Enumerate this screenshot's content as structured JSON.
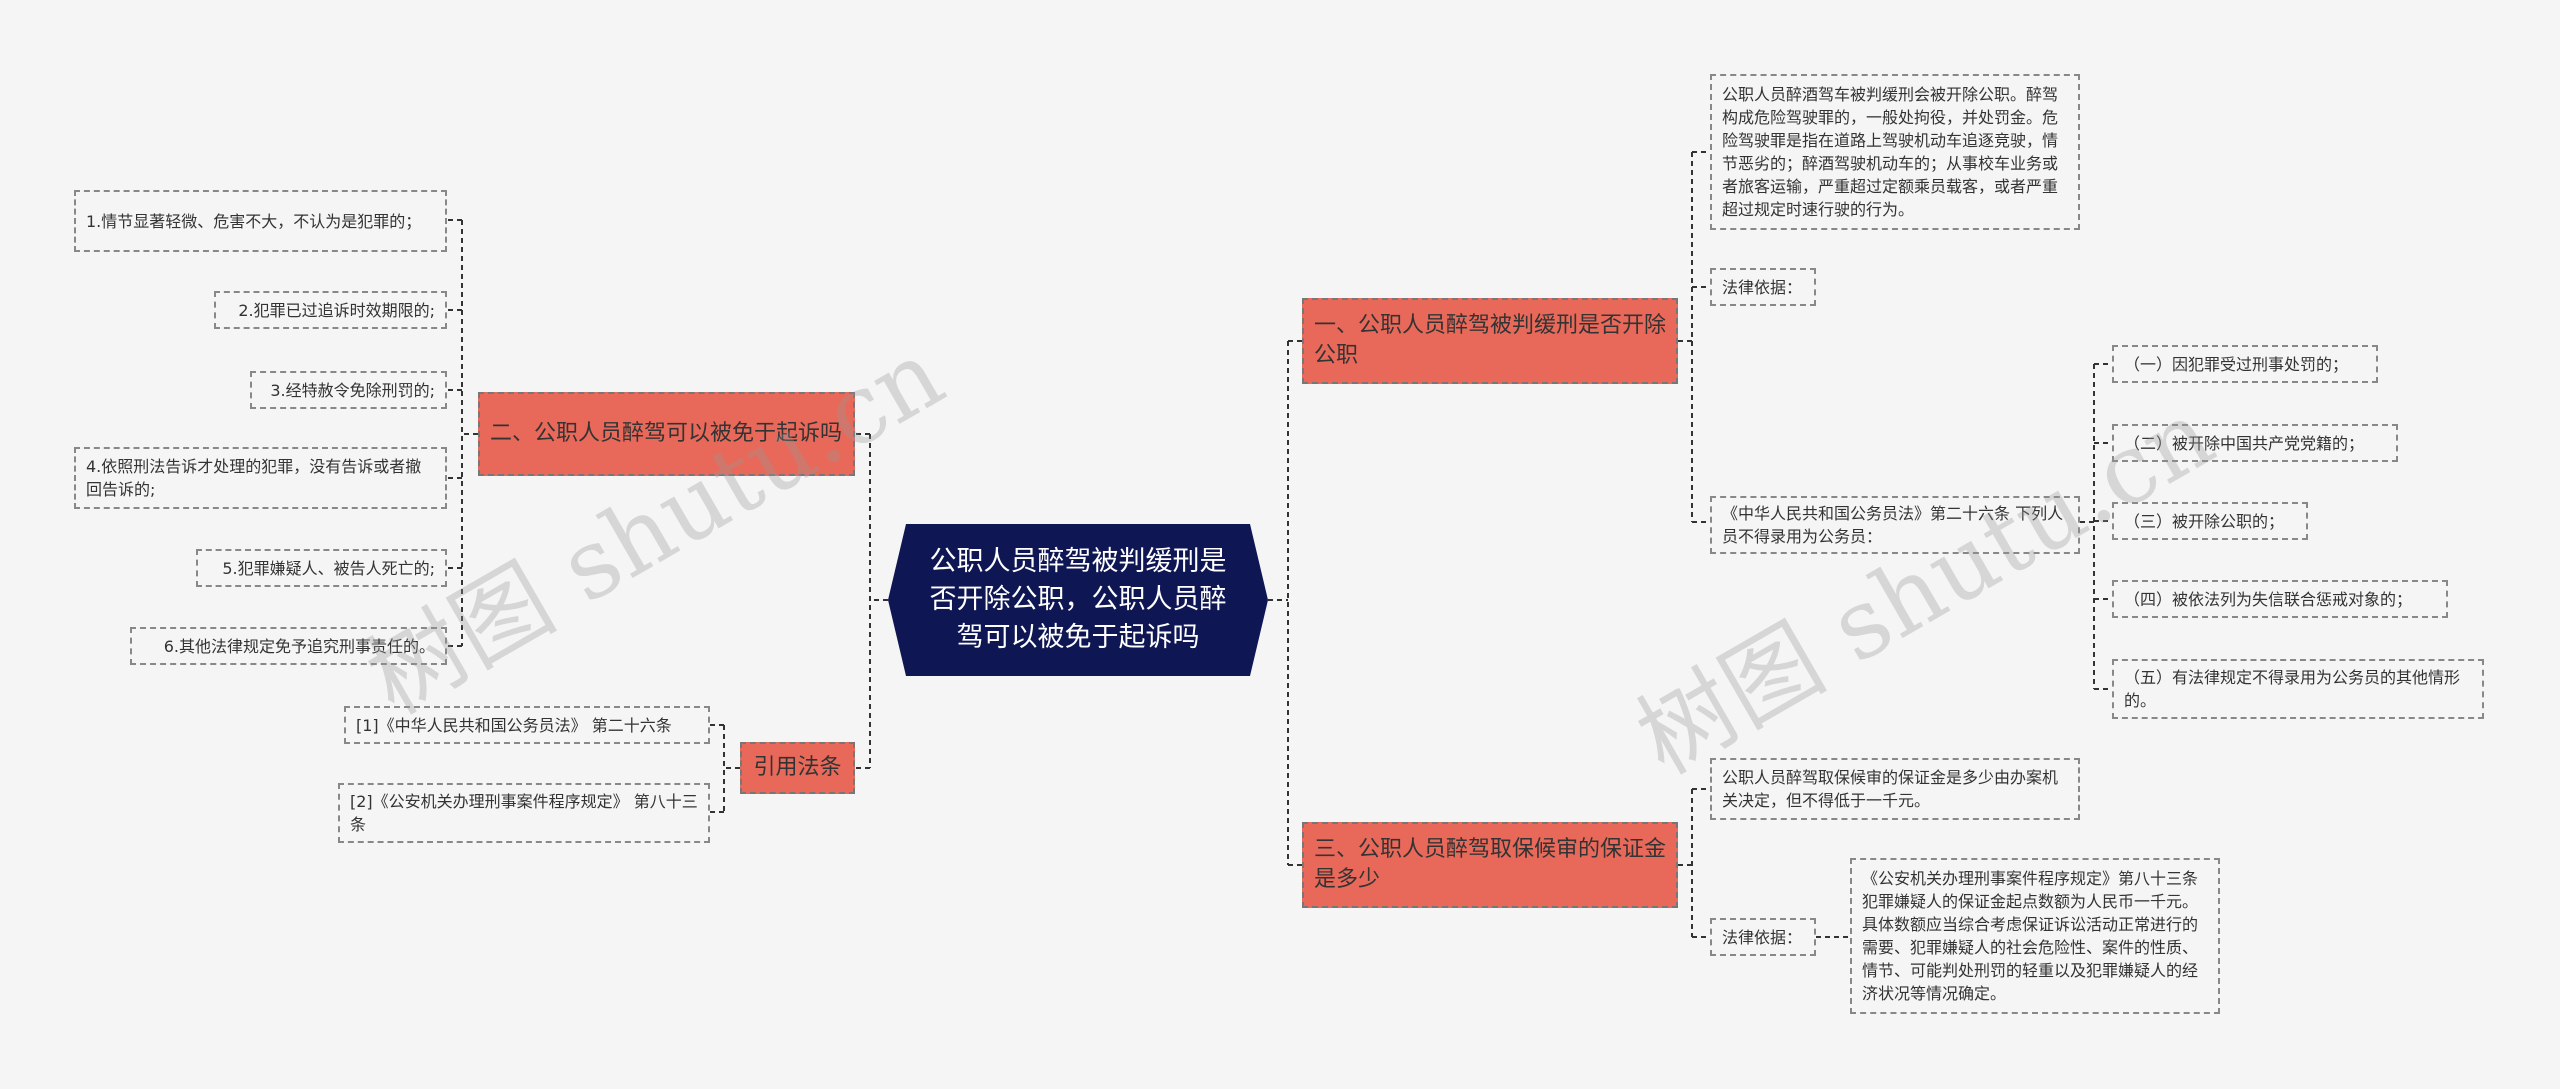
{
  "root": {
    "label": "公职人员醉驾被判缓刑是否开除公职，公职人员醉驾可以被免于起诉吗"
  },
  "branches": {
    "b1": {
      "label": "一、公职人员醉驾被判缓刑是否开除公职"
    },
    "b2": {
      "label": "二、公职人员醉驾可以被免于起诉吗"
    },
    "b3": {
      "label": "三、公职人员醉驾取保候审的保证金是多少"
    },
    "b4": {
      "label": "引用法条"
    }
  },
  "leaves": {
    "r1": "公职人员醉酒驾车被判缓刑会被开除公职。醉驾构成危险驾驶罪的，一般处拘役，并处罚金。危险驾驶罪是指在道路上驾驶机动车追逐竞驶，情节恶劣的；醉酒驾驶机动车的；从事校车业务或者旅客运输，严重超过定额乘员载客，或者严重超过规定时速行驶的行为。",
    "r2": "法律依据：",
    "r3": "《中华人民共和国公务员法》第二十六条 下列人员不得录用为公务员：",
    "r3a": "（一）因犯罪受过刑事处罚的；",
    "r3b": "（二）被开除中国共产党党籍的；",
    "r3c": "（三）被开除公职的；",
    "r3d": "（四）被依法列为失信联合惩戒对象的；",
    "r3e": "（五）有法律规定不得录用为公务员的其他情形的。",
    "r4": "公职人员醉驾取保候审的保证金是多少由办案机关决定，但不得低于一千元。",
    "r5": "法律依据：",
    "r5a": "《公安机关办理刑事案件程序规定》第八十三条犯罪嫌疑人的保证金起点数额为人民币一千元。具体数额应当综合考虑保证诉讼活动正常进行的需要、犯罪嫌疑人的社会危险性、案件的性质、情节、可能判处刑罚的轻重以及犯罪嫌疑人的经济状况等情况确定。",
    "l1": "1.情节显著轻微、危害不大，不认为是犯罪的；",
    "l2": "2.犯罪已过追诉时效期限的;",
    "l3": "3.经特赦令免除刑罚的;",
    "l4": "4.依照刑法告诉才处理的犯罪，没有告诉或者撤回告诉的;",
    "l5": "5.犯罪嫌疑人、被告人死亡的;",
    "l6": "6.其他法律规定免予追究刑事责任的。",
    "c1": "[1]《中华人民共和国公务员法》 第二十六条",
    "c2": "[2]《公安机关办理刑事案件程序规定》 第八十三条"
  },
  "watermarks": [
    "树图 shutu.cn",
    "树图 shutu.cn"
  ],
  "colors": {
    "root": "#0f1654",
    "branch": "#e8695a",
    "line": "#333333",
    "background": "#f5f5f5"
  }
}
